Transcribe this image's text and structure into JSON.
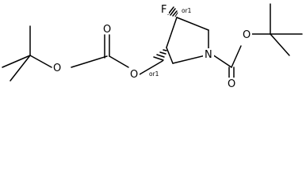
{
  "structure": {
    "atoms": [
      {
        "id": "F",
        "label": "F"
      },
      {
        "id": "N",
        "label": "N"
      },
      {
        "id": "O_ring",
        "label": "O"
      },
      {
        "id": "O_carb_left",
        "label": "O"
      },
      {
        "id": "O_ester_left",
        "label": "O"
      },
      {
        "id": "O_ester_right",
        "label": "O"
      },
      {
        "id": "O_carb_right",
        "label": "O"
      }
    ],
    "stereo_labels": [
      {
        "id": "or1_top",
        "label": "or1"
      },
      {
        "id": "or1_bottom",
        "label": "or1"
      }
    ]
  }
}
